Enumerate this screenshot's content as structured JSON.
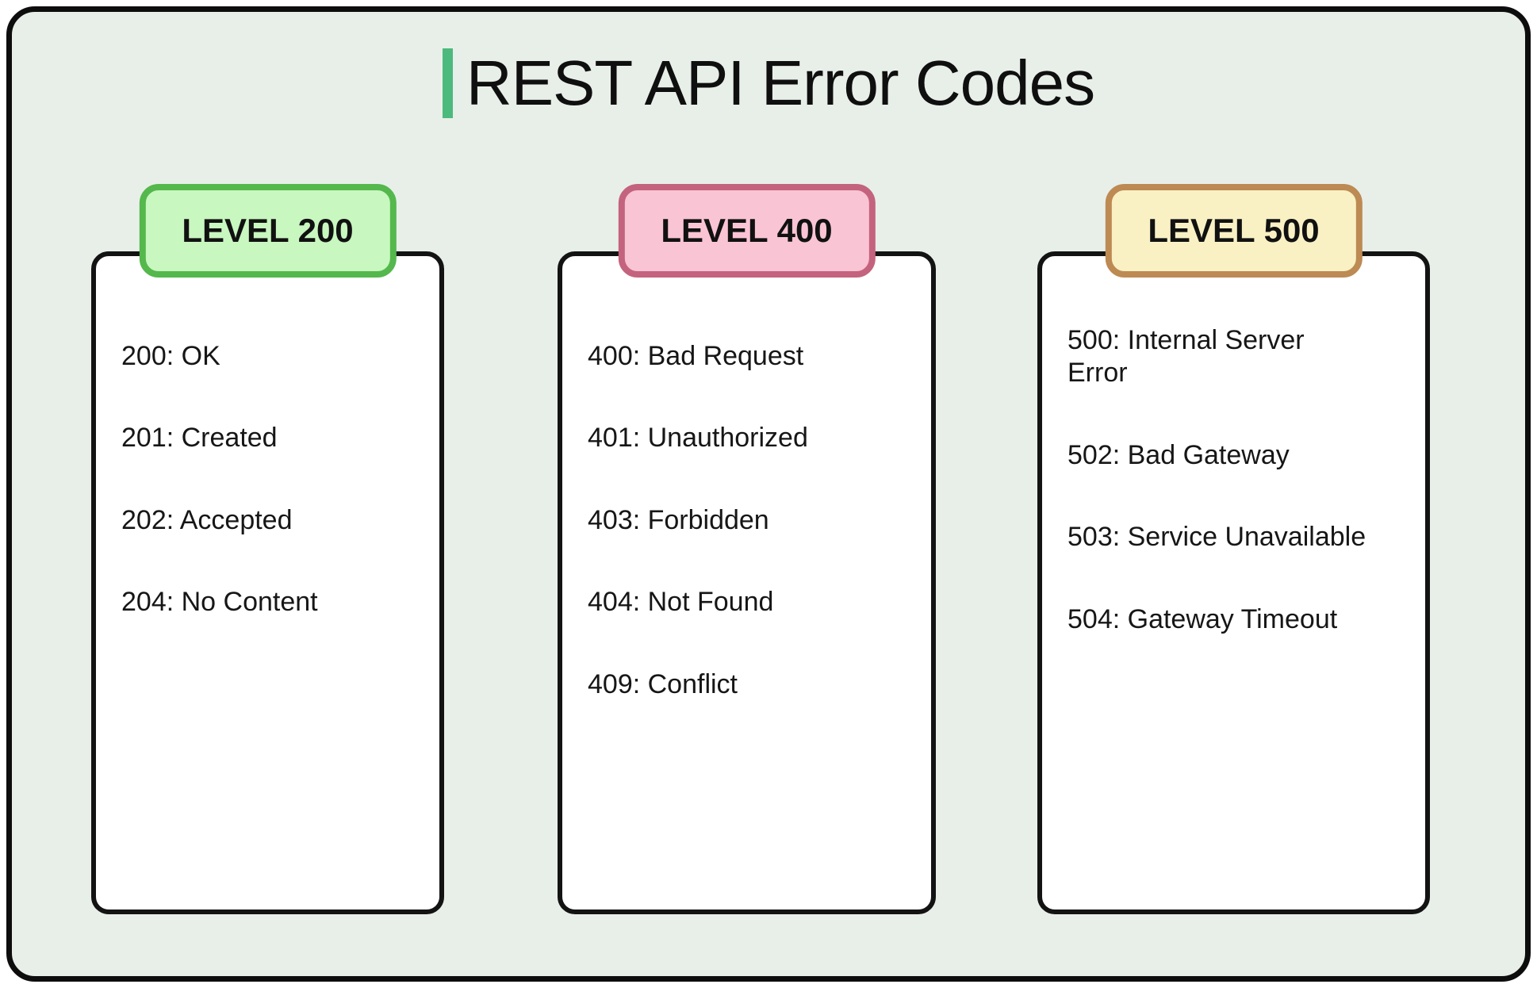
{
  "page": {
    "title": "REST API Error Codes",
    "background_color": "#e8efe9",
    "outer_border_color": "#0d0d0d",
    "accent_bar_color": "#4cba7c",
    "card_border_color": "#131313",
    "card_fill_color": "#ffffff",
    "text_color": "#161616"
  },
  "columns": [
    {
      "badge_label": "LEVEL 200",
      "badge_fill": "#c8f7bf",
      "badge_border": "#54b84c",
      "items": [
        "200: OK",
        "201: Created",
        "202: Accepted",
        "204: No Content"
      ]
    },
    {
      "badge_label": "LEVEL 400",
      "badge_fill": "#f9c4d4",
      "badge_border": "#c4637e",
      "items": [
        "400: Bad Request",
        "401: Unauthorized",
        "403: Forbidden",
        "404: Not Found",
        "409: Conflict"
      ]
    },
    {
      "badge_label": "LEVEL 500",
      "badge_fill": "#f9f1c4",
      "badge_border": "#bd8a53",
      "items": [
        "500: Internal Server Error",
        "502: Bad Gateway",
        "503: Service Unavailable",
        "504: Gateway Timeout"
      ]
    }
  ]
}
